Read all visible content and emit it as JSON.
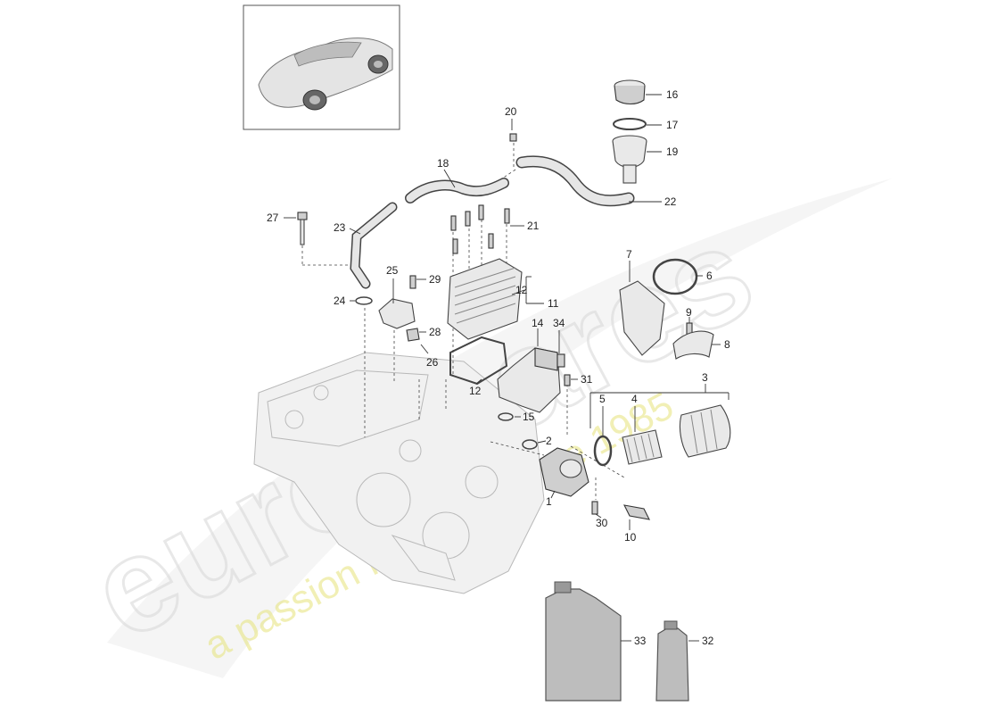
{
  "watermark": {
    "brand": "eurospares",
    "tagline": "a passion for parts since 1985"
  },
  "callouts": [
    {
      "id": "c1",
      "text": "1"
    },
    {
      "id": "c2",
      "text": "2"
    },
    {
      "id": "c3",
      "text": "3"
    },
    {
      "id": "c4",
      "text": "4"
    },
    {
      "id": "c5",
      "text": "5"
    },
    {
      "id": "c6",
      "text": "6"
    },
    {
      "id": "c7",
      "text": "7"
    },
    {
      "id": "c8",
      "text": "8"
    },
    {
      "id": "c9",
      "text": "9"
    },
    {
      "id": "c10",
      "text": "10"
    },
    {
      "id": "c11",
      "text": "11"
    },
    {
      "id": "c12a",
      "text": "12"
    },
    {
      "id": "c12b",
      "text": "12"
    },
    {
      "id": "c14",
      "text": "14"
    },
    {
      "id": "c15",
      "text": "15"
    },
    {
      "id": "c16",
      "text": "16"
    },
    {
      "id": "c17",
      "text": "17"
    },
    {
      "id": "c18",
      "text": "18"
    },
    {
      "id": "c19",
      "text": "19"
    },
    {
      "id": "c20",
      "text": "20"
    },
    {
      "id": "c21",
      "text": "21"
    },
    {
      "id": "c22",
      "text": "22"
    },
    {
      "id": "c23",
      "text": "23"
    },
    {
      "id": "c24",
      "text": "24"
    },
    {
      "id": "c25",
      "text": "25"
    },
    {
      "id": "c26",
      "text": "26"
    },
    {
      "id": "c27",
      "text": "27"
    },
    {
      "id": "c28",
      "text": "28"
    },
    {
      "id": "c29",
      "text": "29"
    },
    {
      "id": "c30",
      "text": "30"
    },
    {
      "id": "c31",
      "text": "31"
    },
    {
      "id": "c32",
      "text": "32"
    },
    {
      "id": "c33",
      "text": "33"
    },
    {
      "id": "c34",
      "text": "34"
    }
  ]
}
